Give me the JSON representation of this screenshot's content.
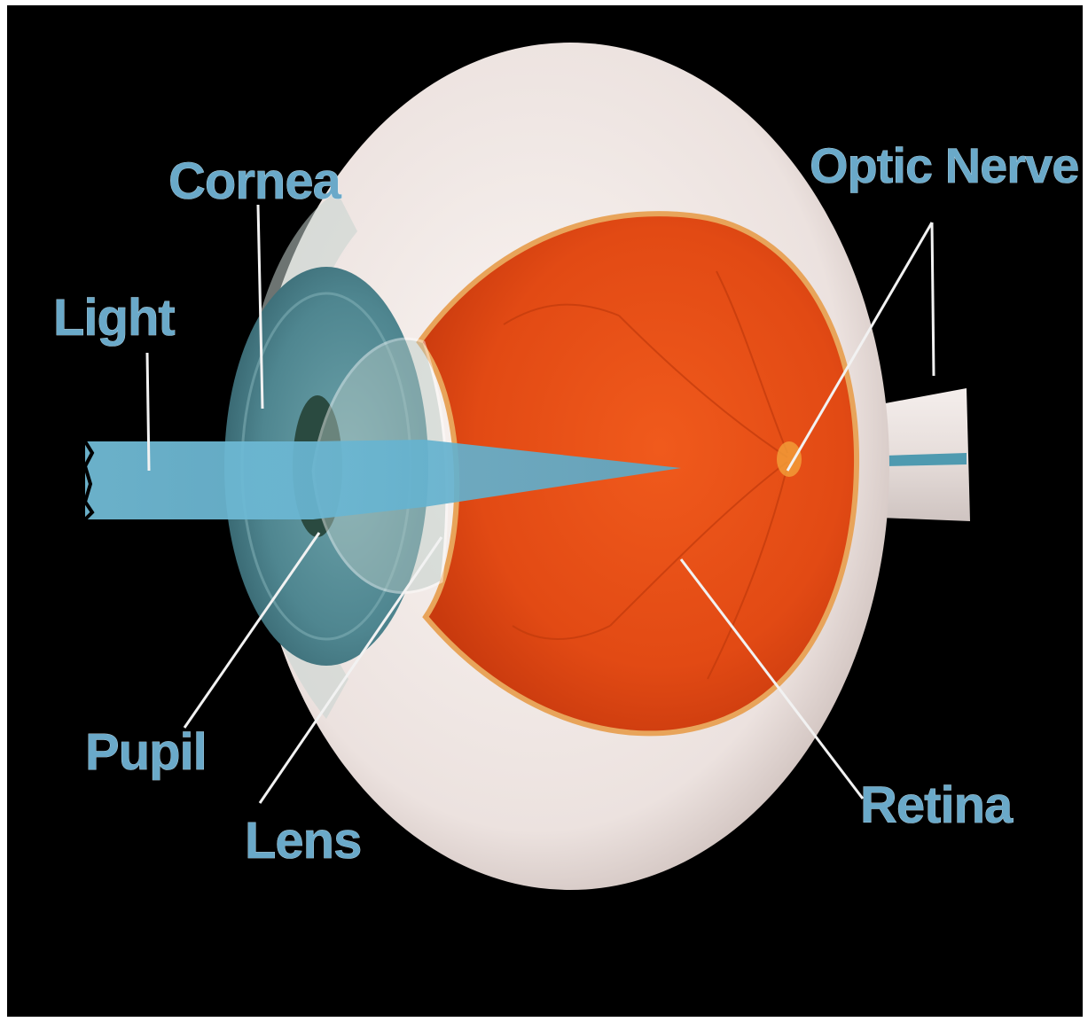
{
  "diagram": {
    "labels": {
      "light": "Light",
      "cornea": "Cornea",
      "optic_nerve": "Optic Nerve",
      "pupil": "Pupil",
      "lens": "Lens",
      "retina": "Retina"
    },
    "colors": {
      "background": "#000000",
      "label_text": "#6aa9c9",
      "sclera": "#efe6e3",
      "retina": "#e8501a",
      "iris": "#5b8e96",
      "light_beam": "#6cb7d3",
      "leader_lines": "#f2f2f2"
    }
  }
}
